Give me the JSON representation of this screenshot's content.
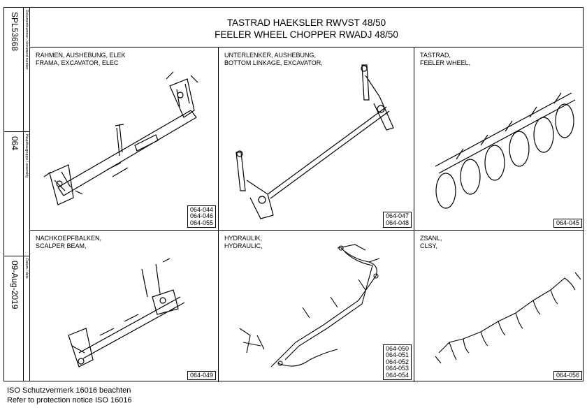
{
  "side": {
    "document_number": "SPL53668",
    "document_number_label": "Dokumentnummer / document number",
    "assembly": "064",
    "assembly_label": "Hauptbaugruppe / assembly",
    "date": "09-Aug-2019",
    "date_label": "Datum / date"
  },
  "header": {
    "title_de": "TASTRAD HAEKSLER RWVST 48/50",
    "title_en": "FEELER WHEEL CHOPPER RWADJ 48/50"
  },
  "panels": [
    {
      "line1": "RAHMEN, AUSHEBUNG, ELEK",
      "line2": "FRAMA, EXCAVATOR, ELEC",
      "refs": [
        "064-044",
        "064-046",
        "064-055"
      ]
    },
    {
      "line1": "UNTERLENKER, AUSHEBUNG,",
      "line2": "BOTTOM LINKAGE, EXCAVATOR,",
      "refs": [
        "064-047",
        "064-048"
      ]
    },
    {
      "line1": "TASTRAD,",
      "line2": "FEELER WHEEL,",
      "refs": [
        "064-045"
      ]
    },
    {
      "line1": "NACHKOEPFBALKEN,",
      "line2": "SCALPER BEAM,",
      "refs": [
        "064-049"
      ]
    },
    {
      "line1": "HYDRAULIK,",
      "line2": "HYDRAULIC,",
      "refs": [
        "064-050",
        "064-051",
        "064-052",
        "064-053",
        "064-054"
      ]
    },
    {
      "line1": "ZSANL,",
      "line2": "CLSY,",
      "refs": [
        "064-056"
      ]
    }
  ],
  "footer": {
    "line_de": "ISO Schutzvermerk 16016 beachten",
    "line_en": "Refer to protection notice ISO 16016"
  }
}
